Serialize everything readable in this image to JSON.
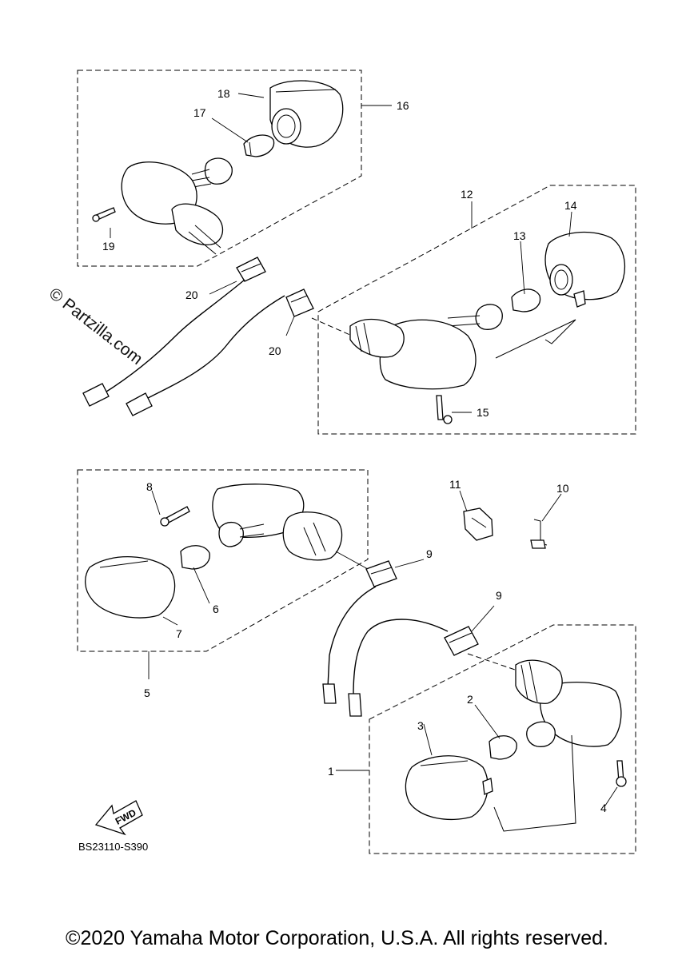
{
  "diagram": {
    "callouts": {
      "c1": "1",
      "c2": "2",
      "c3": "3",
      "c4": "4",
      "c5": "5",
      "c6": "6",
      "c7": "7",
      "c8": "8",
      "c9a": "9",
      "c9b": "9",
      "c10": "10",
      "c11": "11",
      "c12": "12",
      "c13": "13",
      "c14": "14",
      "c15": "15",
      "c16": "16",
      "c17": "17",
      "c18": "18",
      "c19": "19",
      "c20a": "20",
      "c20b": "20"
    },
    "diagram_code": "BS23110-S390",
    "fwd_label": "FWD",
    "watermark": "© Partzilla.com"
  },
  "footer": {
    "copyright": "©2020 Yamaha Motor Corporation, U.S.A. All rights reserved."
  }
}
